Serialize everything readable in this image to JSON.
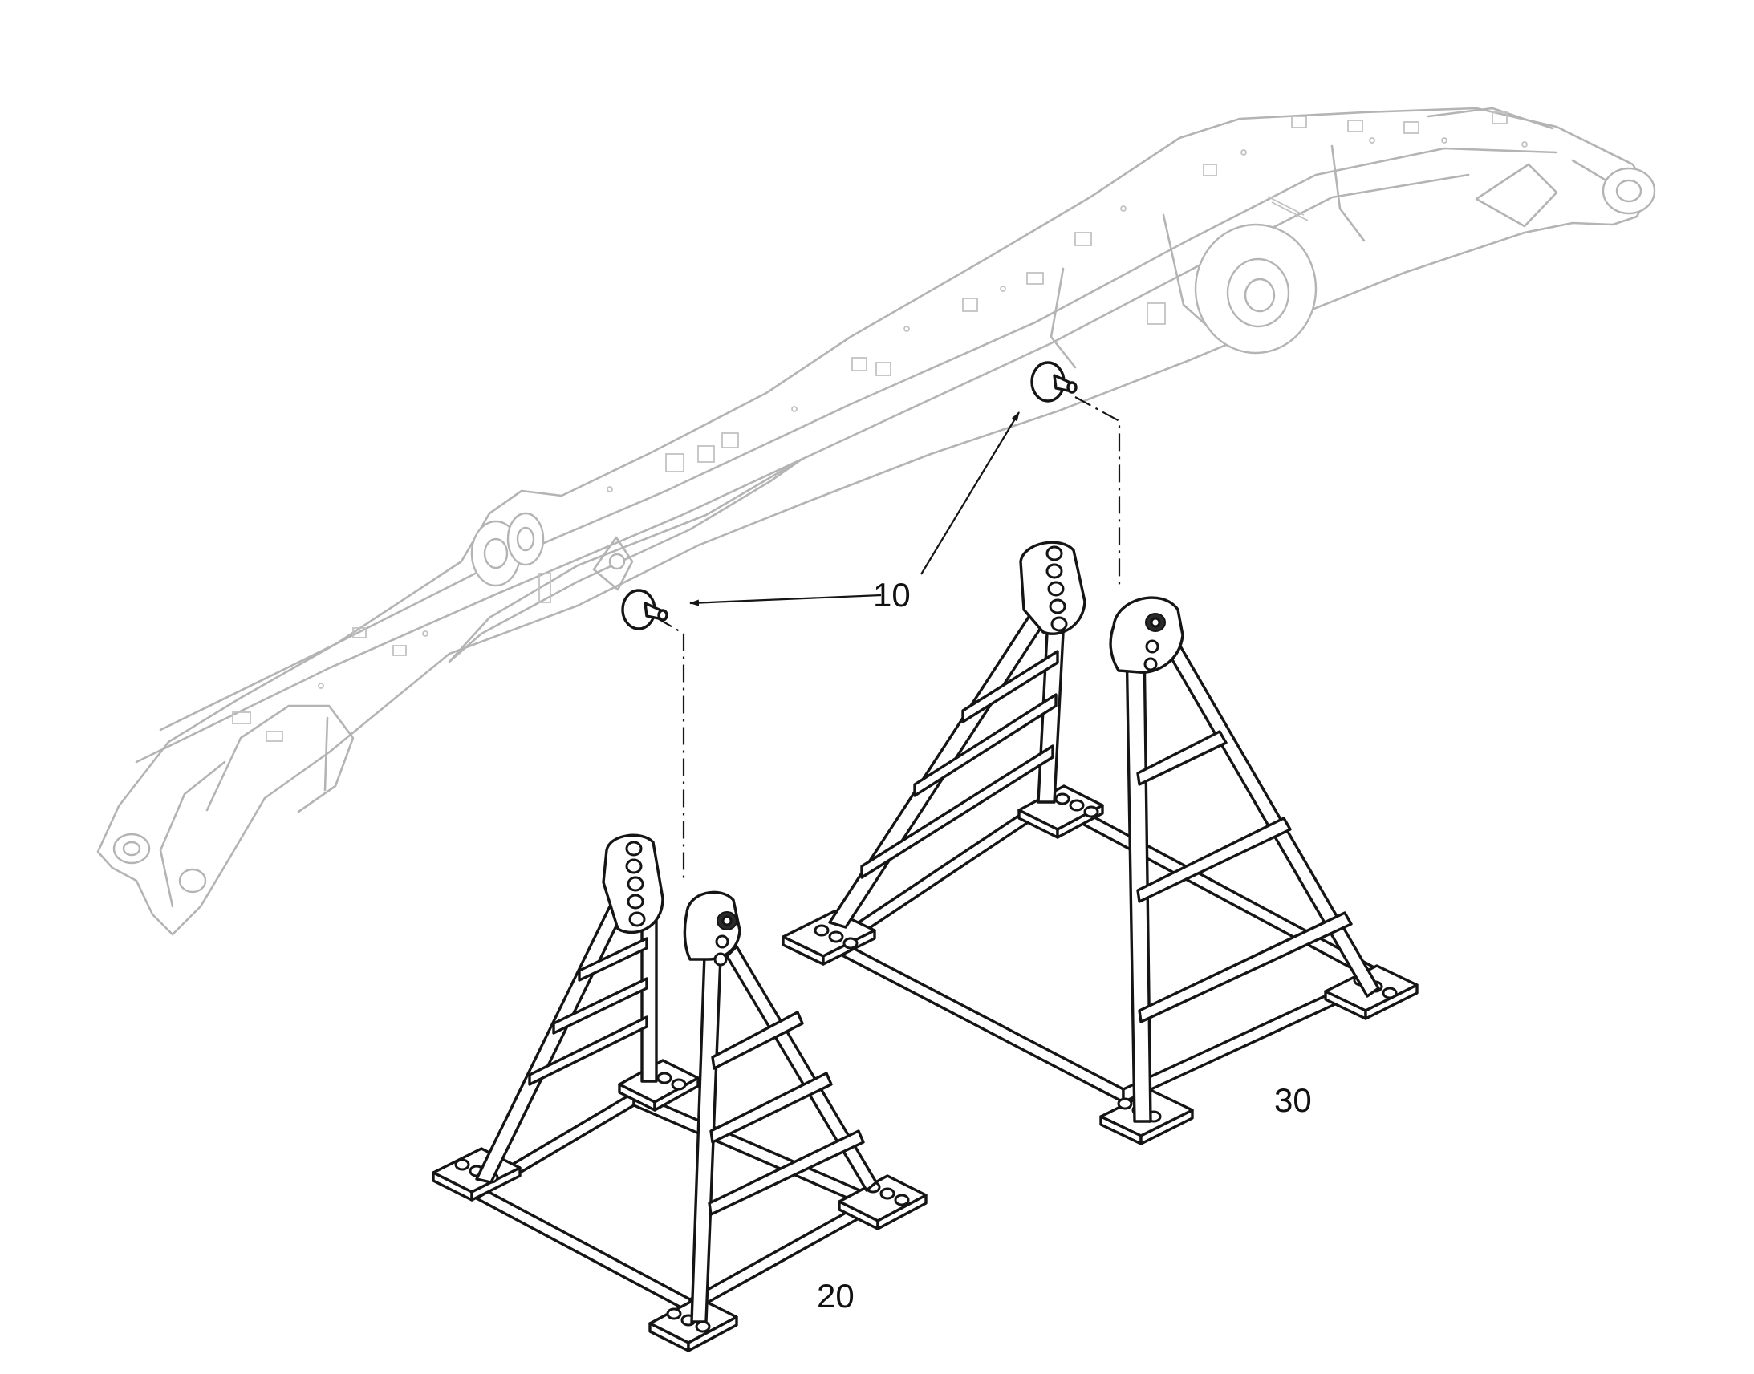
{
  "callouts": {
    "pin_plate": "10",
    "short_stand": "20",
    "tall_stand": "30"
  }
}
